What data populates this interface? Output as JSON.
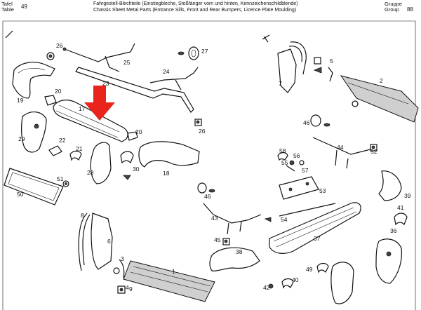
{
  "header": {
    "tafel_label": "Tafel",
    "table_label": "Table",
    "table_number": "49",
    "title_line1": "Fahrgestell-Blechteile (Einstiegbleche, Stoßfänger vorn und hinten, Kennzeichenschildblende)",
    "title_line2": "Chassis Sheet Metal Parts (Entrance Sills, Front and Rear Bumpers, Licence Plate Moulding)",
    "gruppe_label": "Gruppe",
    "group_label": "Group",
    "group_number": "88"
  },
  "callouts": [
    "1",
    "2",
    "3",
    "4",
    "5",
    "6",
    "7",
    "8",
    "9",
    "17",
    "18",
    "19",
    "20",
    "20",
    "21",
    "22",
    "23",
    "24",
    "25",
    "26",
    "26",
    "27",
    "28",
    "29",
    "30",
    "36",
    "37",
    "38",
    "39",
    "40",
    "41",
    "42",
    "43",
    "44",
    "45",
    "46",
    "46",
    "49",
    "50",
    "51",
    "52",
    "53",
    "54",
    "55",
    "56",
    "57",
    "58"
  ],
  "highlight": {
    "arrow_color": "#e8241c",
    "arrow_direction": "down",
    "target_part": "17"
  }
}
